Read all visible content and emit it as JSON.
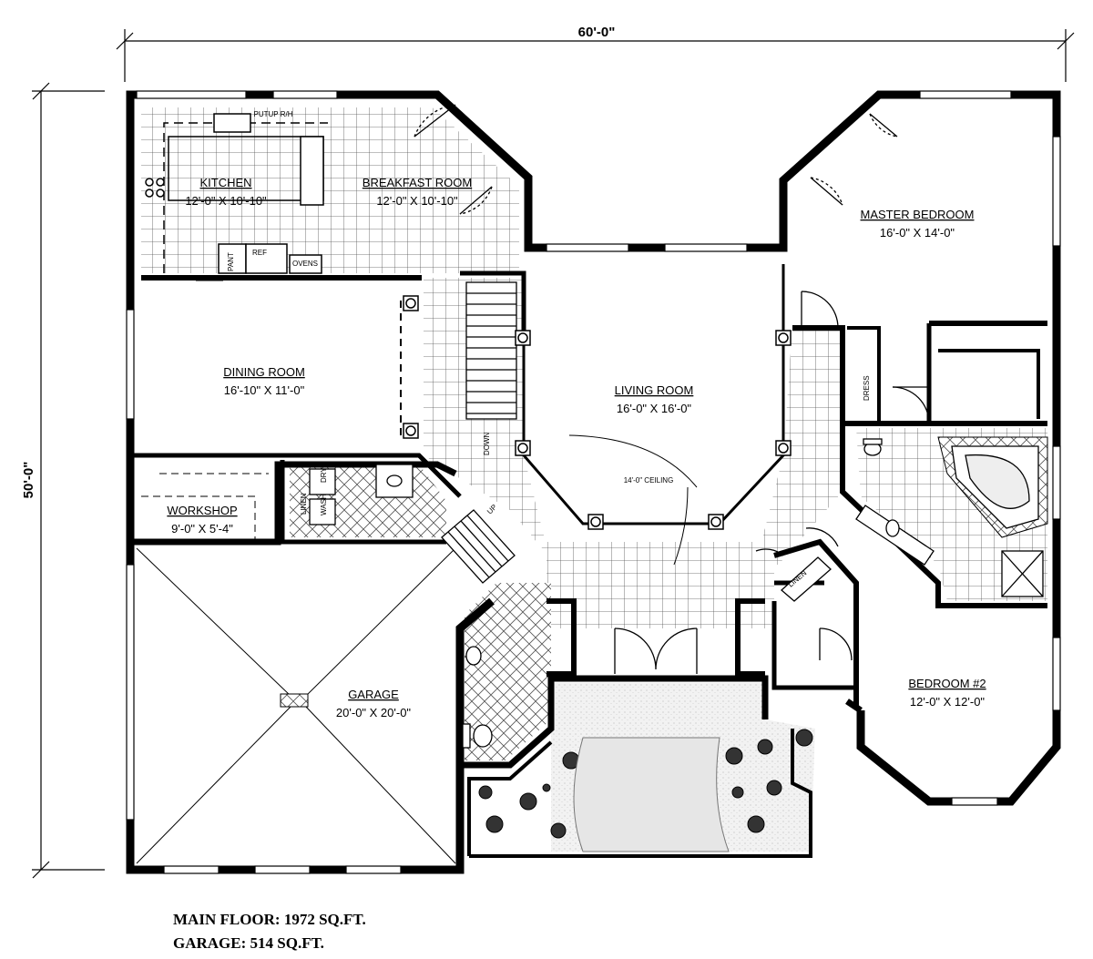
{
  "dimensions": {
    "width": "60'-0\"",
    "depth": "50'-0\""
  },
  "rooms": [
    {
      "id": "kitchen",
      "name": "KITCHEN",
      "size": "12'-0\" X 10'-10\""
    },
    {
      "id": "breakfast",
      "name": "BREAKFAST ROOM",
      "size": "12'-0\" X 10'-10\""
    },
    {
      "id": "master",
      "name": "MASTER BEDROOM",
      "size": "16'-0\" X 14'-0\""
    },
    {
      "id": "dining",
      "name": "DINING ROOM",
      "size": "16'-10\" X 11'-0\""
    },
    {
      "id": "living",
      "name": "LIVING ROOM",
      "size": "16'-0\" X 16'-0\""
    },
    {
      "id": "workshop",
      "name": "WORKSHOP",
      "size": "9'-0\" X 5'-4\""
    },
    {
      "id": "garage",
      "name": "GARAGE",
      "size": "20'-0\" X 20'-0\""
    },
    {
      "id": "bedroom2",
      "name": "BEDROOM #2",
      "size": "12'-0\" X 12'-0\""
    }
  ],
  "fixtures": {
    "pantry": "PANT",
    "ref": "REF",
    "ovens": "OVENS",
    "dress": "DRESS",
    "linen": "LINEN",
    "linen2": "LINEN",
    "dry": "DRY",
    "wash": "WASH",
    "down": "DOWN",
    "ceiling": "14'-0\" CEILING",
    "up": "UP",
    "range": "PUTUP R/H"
  },
  "summary": {
    "main_floor": "MAIN FLOOR: 1972 SQ.FT.",
    "garage": "GARAGE: 514 SQ.FT."
  }
}
